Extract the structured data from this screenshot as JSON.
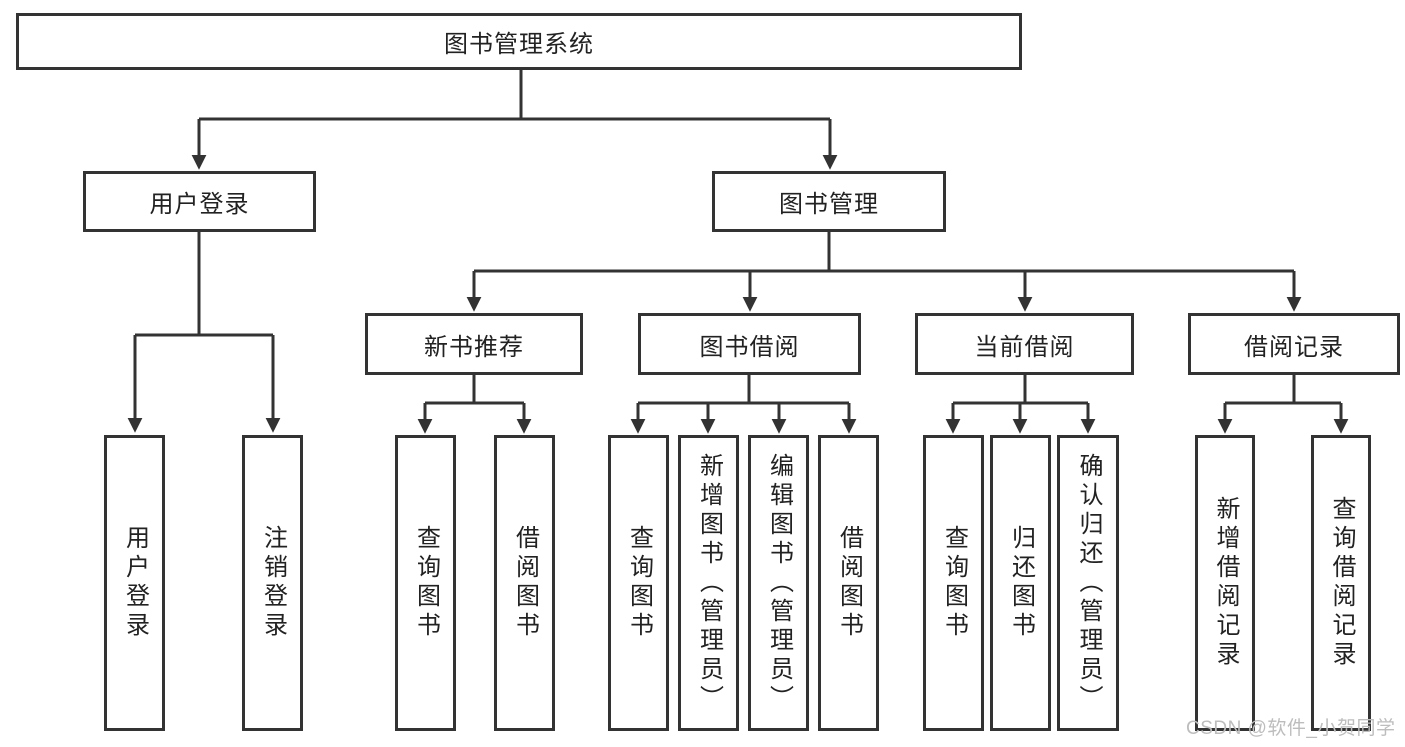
{
  "diagram": {
    "root": "图书管理系统",
    "branches": {
      "user_login": {
        "label": "用户登录",
        "children": [
          "用户登录",
          "注销登录"
        ]
      },
      "book_mgmt": {
        "label": "图书管理",
        "groups": {
          "new_book": {
            "label": "新书推荐",
            "children": [
              "查询图书",
              "借阅图书"
            ]
          },
          "borrow": {
            "label": "图书借阅",
            "children": [
              "查询图书",
              "新增图书（管理员）",
              "编辑图书（管理员）",
              "借阅图书"
            ]
          },
          "current": {
            "label": "当前借阅",
            "children": [
              "查询图书",
              "归还图书",
              "确认归还（管理员）"
            ]
          },
          "records": {
            "label": "借阅记录",
            "children": [
              "新增借阅记录",
              "查询借阅记录"
            ]
          }
        }
      }
    }
  },
  "watermark": "CSDN @软件_小贺同学",
  "colors": {
    "line": "#333333",
    "box_fill": "#ffffff",
    "text": "#222222",
    "watermark": "#bdbdbd",
    "background": "#ffffff"
  }
}
